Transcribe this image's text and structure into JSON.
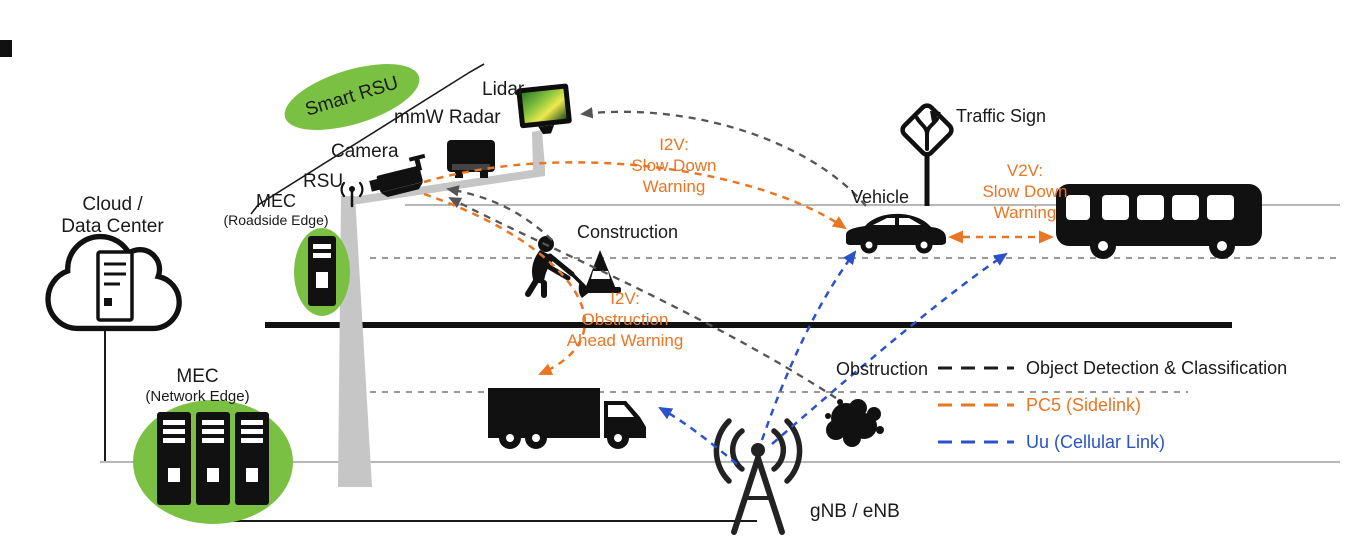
{
  "labels": {
    "smart_rsu": "Smart RSU",
    "lidar": "Lidar",
    "mmw_radar": "mmW Radar",
    "camera": "Camera",
    "rsu": "RSU",
    "mec_roadside": {
      "line1": "MEC",
      "line2": "(Roadside Edge)"
    },
    "cloud": {
      "line1": "Cloud /",
      "line2": "Data Center"
    },
    "mec_network": {
      "line1": "MEC",
      "line2": "(Network Edge)"
    },
    "construction": "Construction",
    "vehicle": "Vehicle",
    "traffic_sign": "Traffic Sign",
    "obstruction": "Obstruction",
    "gnb": "gNB / eNB"
  },
  "messages": {
    "i2v_slow_down": {
      "line1": "I2V:",
      "line2": "Slow Down",
      "line3": "Warning"
    },
    "v2v_slow_down": {
      "line1": "V2V:",
      "line2": "Slow Down",
      "line3": "Warning"
    },
    "i2v_obstruction": {
      "line1": "I2V:",
      "line2": "Obstruction",
      "line3": "Ahead Warning"
    }
  },
  "legend": {
    "items": [
      {
        "label": "Object Detection & Classification",
        "color": "#1a1a1a"
      },
      {
        "label": "PC5 (Sidelink)",
        "color": "#e87624"
      },
      {
        "label": "Uu (Cellular Link)",
        "color": "#2a52c9"
      }
    ]
  },
  "colors": {
    "green": "#7ac143",
    "orange": "#e87624",
    "blue": "#2a52c9",
    "black": "#1a1a1a",
    "pole_gray": "#c6c6c6"
  }
}
